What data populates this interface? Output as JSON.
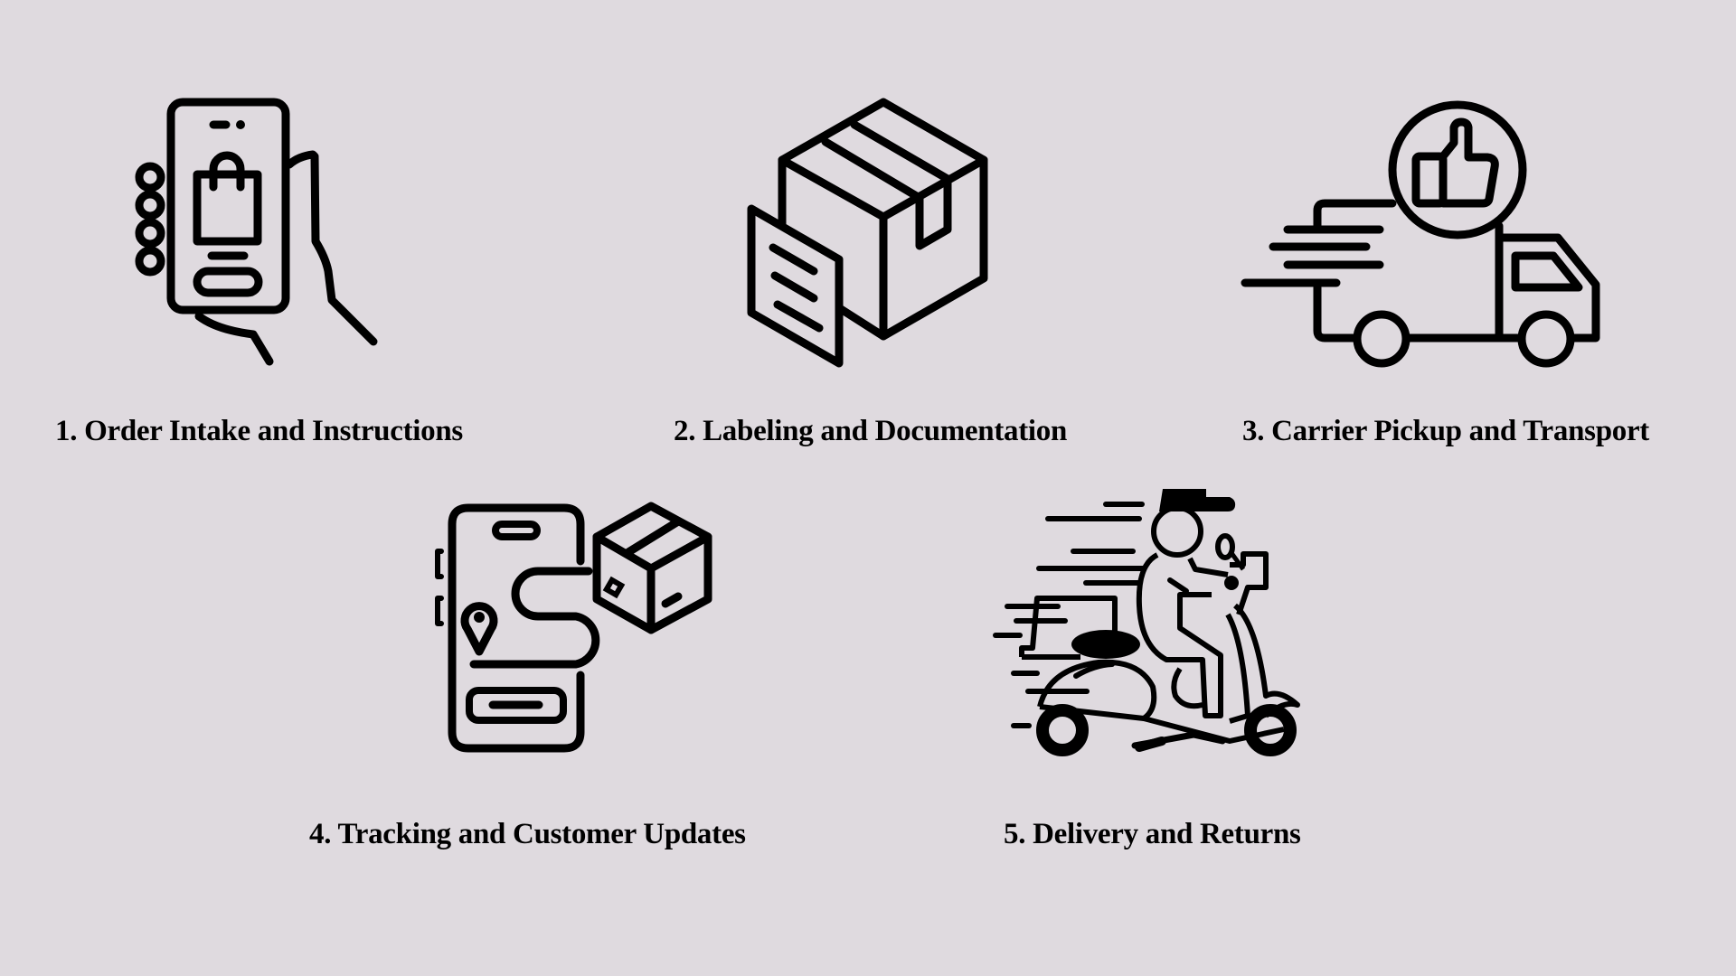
{
  "page": {
    "background_color": "#dfdadf",
    "text_color": "#000000"
  },
  "steps": [
    {
      "number": 1,
      "label": "1. Order Intake and Instructions",
      "icon": "hand-holding-phone-shopping-bag-icon"
    },
    {
      "number": 2,
      "label": "2. Labeling and Documentation",
      "icon": "package-box-with-document-icon"
    },
    {
      "number": 3,
      "label": "3. Carrier Pickup and Transport",
      "icon": "delivery-truck-thumbs-up-icon"
    },
    {
      "number": 4,
      "label": "4. Tracking and Customer Updates",
      "icon": "phone-route-tracking-package-icon"
    },
    {
      "number": 5,
      "label": "5. Delivery and Returns",
      "icon": "delivery-scooter-rider-icon"
    }
  ]
}
